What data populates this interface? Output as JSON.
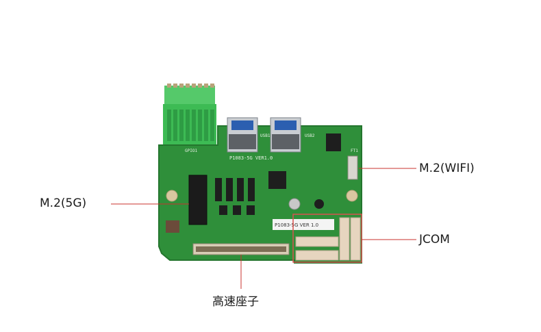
{
  "labels": {
    "m2_5g": "M.2(5G)",
    "m2_wifi": "M.2(WIFI)",
    "jcom": "JCOM",
    "high_speed_connector": "高速座子"
  },
  "board": {
    "silk_main": "P1083-5G VER1.0",
    "silk_gpio": "GPIO1",
    "silk_usb2": "USB2",
    "silk_usb1": "USB1",
    "silk_ft1": "FT1",
    "sticker_text": "P1083-5G VER 1.0"
  },
  "colors": {
    "pcb": "#2f8f3a",
    "pcb_dark": "#24752e",
    "terminal_block": "#3dbb54",
    "usb_blue": "#2c5fb0",
    "connector_beige": "#e6d5bf",
    "callout_line": "#c8322e",
    "highlight_box": "#d9534f"
  }
}
